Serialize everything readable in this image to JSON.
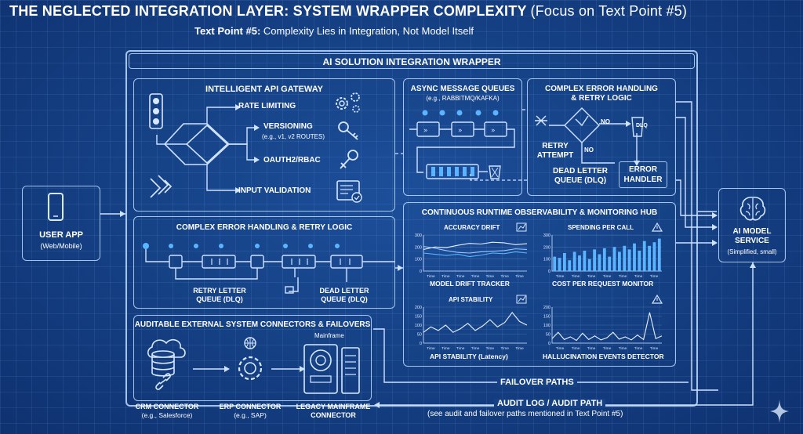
{
  "header": {
    "title": "THE NEGLECTED INTEGRATION LAYER: SYSTEM WRAPPER COMPLEXITY",
    "title_suffix": "(Focus on Text Point #5)",
    "subtitle_label": "Text Point #5:",
    "subtitle_text": "Complexity Lies in Integration, Not Model Itself"
  },
  "user_app": {
    "label": "USER APP",
    "sub": "(Web/Mobile)"
  },
  "ai_model": {
    "label_line1": "AI MODEL",
    "label_line2": "SERVICE",
    "sub": "(Simplified, small)"
  },
  "wrapper": {
    "title": "AI SOLUTION INTEGRATION WRAPPER"
  },
  "gateway": {
    "title": "INTELLIGENT API GATEWAY",
    "rate": "RATE LIMITING",
    "versioning": "VERSIONING",
    "versioning_sub": "(e.g., v1, v2 ROUTES)",
    "oauth": "OAUTH2/RBAC",
    "input": "INPUT VALIDATION"
  },
  "async": {
    "title": "ASYNC MESSAGE QUEUES",
    "sub": "(e.g., RABBITMQ/KAFKA)"
  },
  "error_top": {
    "title_line1": "COMPLEX ERROR HANDLING",
    "title_line2": "& RETRY LOGIC",
    "no1": "NO",
    "no2": "NO",
    "dlq": "DLQ",
    "retry_line1": "RETRY",
    "retry_line2": "ATTEMPT",
    "dead_line1": "DEAD LETTER",
    "dead_line2": "QUEUE (DLQ)",
    "handler_line1": "ERROR",
    "handler_line2": "HANDLER"
  },
  "error_mid": {
    "title": "COMPLEX ERROR HANDLING & RETRY LOGIC",
    "retry_line1": "RETRY LETTER",
    "retry_line2": "QUEUE (DLQ)",
    "dead_line1": "DEAD LETTER",
    "dead_line2": "QUEUE (DLQ)"
  },
  "observability": {
    "title": "CONTINUOUS RUNTIME OBSERVABILITY & MONITORING HUB",
    "tick_label": "Time",
    "panels": [
      {
        "title": "ACCURACY DRIFT",
        "caption": "MODEL DRIFT TRACKER"
      },
      {
        "title": "SPENDING PER CALL",
        "caption": "COST PER REQUEST MONITOR"
      },
      {
        "title": "API STABILITY",
        "caption": "API STABILITY (Latency)"
      },
      {
        "title": "",
        "caption": "HALLUCINATION EVENTS DETECTOR"
      }
    ]
  },
  "chart_data": [
    {
      "type": "line",
      "title": "ACCURACY DRIFT",
      "xlabel": "Time",
      "ylim": [
        0,
        300
      ],
      "ytick_labels": [
        "0",
        "100",
        "200",
        "300"
      ],
      "series": [
        {
          "values": [
            180,
            200,
            195,
            215,
            230,
            225,
            240,
            235,
            220,
            228
          ]
        },
        {
          "values": [
            150,
            140,
            130,
            140,
            120,
            132,
            150,
            145,
            160,
            150
          ]
        },
        {
          "values": [
            205,
            190,
            170,
            155,
            150,
            160,
            165,
            170,
            185,
            180
          ]
        }
      ]
    },
    {
      "type": "bar",
      "title": "SPENDING PER CALL",
      "xlabel": "Time",
      "ylim": [
        0,
        300
      ],
      "ytick_labels": [
        "0",
        "100",
        "200",
        "300"
      ],
      "values": [
        120,
        110,
        150,
        90,
        160,
        130,
        170,
        100,
        180,
        140,
        190,
        120,
        200,
        160,
        210,
        180,
        230,
        170,
        250,
        210,
        240,
        270
      ]
    },
    {
      "type": "line",
      "title": "API STABILITY",
      "xlabel": "Time",
      "ylim": [
        0,
        200
      ],
      "ytick_labels": [
        "0",
        "50",
        "100",
        "150",
        "200"
      ],
      "values": [
        60,
        90,
        70,
        100,
        60,
        80,
        110,
        70,
        95,
        130,
        90,
        115,
        170,
        120,
        100
      ]
    },
    {
      "type": "line",
      "title": "HALLUCINATION EVENTS DETECTOR",
      "xlabel": "Time",
      "ylim": [
        0,
        200
      ],
      "ytick_labels": [
        "0",
        "50",
        "100",
        "150",
        "200"
      ],
      "values": [
        25,
        60,
        20,
        35,
        15,
        55,
        20,
        40,
        18,
        30,
        60,
        22,
        35,
        18,
        45,
        20,
        170,
        25,
        40
      ]
    }
  ],
  "connectors": {
    "title": "AUDITABLE EXTERNAL SYSTEM CONNECTORS & FAILOVERS",
    "mainframe": "Mainframe",
    "crm": "CRM CONNECTOR",
    "crm_sub": "(e.g., Salesforce)",
    "erp": "ERP CONNECTOR",
    "erp_sub": "(e.g., SAP)",
    "legacy_line1": "LEGACY MAINFRAME",
    "legacy_line2": "CONNECTOR"
  },
  "paths": {
    "failover": "FAILOVER PATHS",
    "audit": "AUDIT LOG / AUDIT PATH",
    "audit_sub": "(see audit and failover paths mentioned in Text Point #5)"
  },
  "colors": {
    "background": "#163f83",
    "line": "#bcd8ff",
    "accent": "#5ab4ff"
  }
}
